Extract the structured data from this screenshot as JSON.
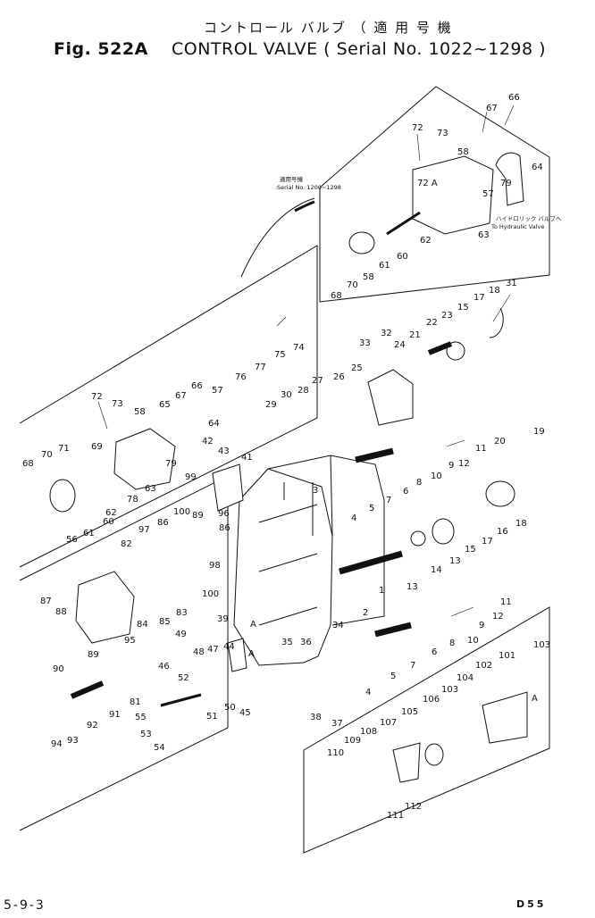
{
  "header": {
    "title_jp": "コントロール バルブ",
    "paren_jp": "（ 適 用 号 機",
    "fig_label": "Fig. 522A",
    "title": "CONTROL VALVE",
    "serial_range": "( Serial No. 1022~1298 )"
  },
  "notes": {
    "serial_note_jp": "適用号機",
    "serial_note": "Serial No. 1200~1298",
    "hydraulic_jp": "ハイドロリック バルブへ",
    "hydraulic_en": "To Hydraulic Valve",
    "ref_a": "A"
  },
  "footer": {
    "page_number": "5-9-3",
    "model": "D55"
  },
  "callouts": [
    "66",
    "67",
    "72",
    "73",
    "58",
    "64",
    "72 A",
    "57",
    "79",
    "62",
    "60",
    "61",
    "58",
    "68",
    "70",
    "63",
    "31",
    "18",
    "17",
    "15",
    "23",
    "22",
    "21",
    "24",
    "33",
    "32",
    "25",
    "26",
    "27",
    "28",
    "30",
    "29",
    "19",
    "20",
    "11",
    "12",
    "9",
    "10",
    "8",
    "6",
    "7",
    "5",
    "4",
    "3",
    "18",
    "16",
    "17",
    "15",
    "13",
    "14",
    "13",
    "11",
    "12",
    "9",
    "10",
    "8",
    "6",
    "7",
    "5",
    "4",
    "2",
    "1",
    "34",
    "35",
    "36",
    "A",
    "38",
    "37",
    "103",
    "101",
    "102",
    "A",
    "104",
    "103",
    "106",
    "105",
    "107",
    "108",
    "109",
    "110",
    "111",
    "112",
    "74",
    "75",
    "77",
    "76",
    "57",
    "66",
    "67",
    "65",
    "64",
    "42",
    "43",
    "41",
    "58",
    "73",
    "72",
    "69",
    "71",
    "70",
    "68",
    "56",
    "63",
    "78",
    "79",
    "62",
    "61",
    "60",
    "99",
    "89",
    "100",
    "96",
    "86",
    "97",
    "82",
    "98",
    "100",
    "83",
    "84",
    "85",
    "95",
    "86",
    "88",
    "87",
    "89",
    "90",
    "49",
    "48",
    "47",
    "44",
    "46",
    "52",
    "51",
    "50",
    "45",
    "91",
    "81",
    "92",
    "93",
    "94",
    "55",
    "53",
    "54",
    "39"
  ]
}
